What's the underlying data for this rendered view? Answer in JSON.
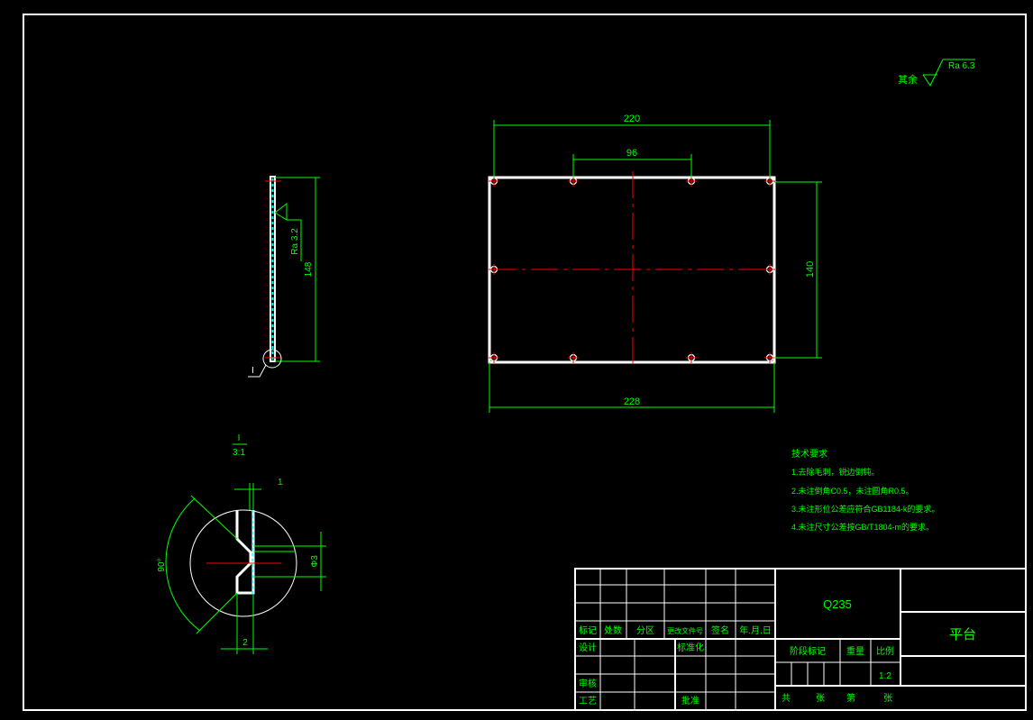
{
  "colors": {
    "background": "#000000",
    "outline": "#ffffff",
    "dimension": "#00ff00",
    "centerline": "#ff0000",
    "hatch": "#00ffff"
  },
  "roughness": {
    "general_prefix": "其余",
    "general_value": "Ra 6.3",
    "side_value": "Ra 3.2"
  },
  "dimensions": {
    "top_width": "220",
    "hole_spacing": "96",
    "bottom_width": "228",
    "right_height": "140",
    "side_height": "148",
    "detail_marker": "I",
    "detail_scale_top": "I",
    "detail_scale_bottom": "3:1",
    "detail_one": "1",
    "detail_diameter": "Φ3",
    "detail_two": "2",
    "detail_angle": "90°"
  },
  "tech_notes": {
    "title": "技术要求",
    "items": [
      "1.去除毛刺，锐边倒钝。",
      "2.未注倒角C0.5，未注圆角R0.5。",
      "3.未注形位公差应符合GB1184-k的要求。",
      "4.未注尺寸公差按GB/T1804-m的要求。"
    ]
  },
  "title_block": {
    "material": "Q235",
    "part_name": "平台",
    "rev_headers": [
      "标记",
      "处数",
      "分区",
      "更改文件号",
      "签名",
      "年.月.日"
    ],
    "design": "设计",
    "standardize": "标准化",
    "review": "审核",
    "process": "工艺",
    "approve": "批准",
    "stage_mark": "阶段标记",
    "weight": "重量",
    "scale_label": "比例",
    "scale_value": "1:2",
    "sheets_total": "共",
    "sheets_unit1": "张",
    "sheet_no": "第",
    "sheets_unit2": "张"
  }
}
